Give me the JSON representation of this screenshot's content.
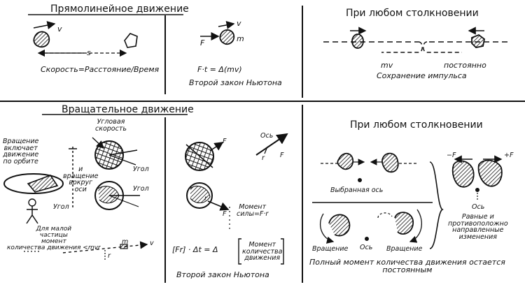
{
  "linear": {
    "title": "Прямолинейное движение",
    "v": "v",
    "s": "s",
    "speed": "Скорость=Расстояние/Время",
    "F": "F",
    "m": "m",
    "formula": "F·t = Δ(mv)",
    "law2": "Второй закон Ньютона"
  },
  "collision_top": {
    "title": "При любом столкновении",
    "mv": "mv",
    "const": "постоянно",
    "conservation": "Сохранение импульса"
  },
  "rotational": {
    "title": "Вращательное движение",
    "rotation_includes": "Вращение\nвключает\nдвижение\nпо орбите",
    "and_rotation": "и\nвращение\nвокруг\nоси",
    "angle": "Угол",
    "angular_speed": "Угловая\nскорость",
    "small_particle": "Для малой\nчастицы\nмомент\nколичества движения <mvr",
    "m": "m",
    "v": "v",
    "r": "r",
    "F": "F",
    "axis": "Ось",
    "torque": "Момент\nсилы=F·r",
    "formula_left": "[Fr] · Δt = Δ",
    "ang_momentum": "Момент\nколичества\nдвижения",
    "law2": "Второй закон Ньютона"
  },
  "collision_bottom": {
    "title": "При любом столкновении",
    "chosen_axis": "Выбранная ось",
    "rotation_left": "Вращение",
    "axis": "Ось",
    "rotation_right": "Вращение",
    "minus_F": "−F",
    "plus_F": "+F",
    "axis_right": "Ось",
    "equal_opposite": "Равные и\nпротивоположно\nнаправленные\nизменения",
    "total": "Полный момент количества движения остается\nпостоянным"
  }
}
